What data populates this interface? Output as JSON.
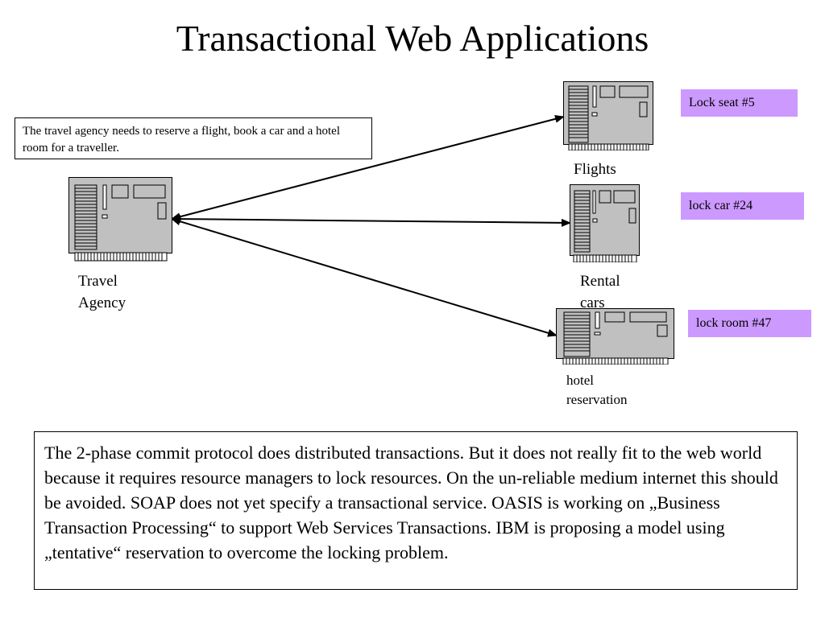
{
  "slide": {
    "title": "Transactional Web Applications",
    "note": "The travel agency needs to reserve a flight, book a car and a hotel room for a traveller.",
    "nodes": {
      "agency": "Travel Agency",
      "flights": "Flights",
      "rental": "Rental cars",
      "hotel": "hotel reservation"
    },
    "locks": {
      "flights": "Lock seat #5",
      "rental": "lock car #24",
      "hotel": "lock room #47"
    },
    "body": "The 2-phase commit protocol does distributed transactions. But it does not really fit to the web world because it requires resource managers to lock resources. On the un-reliable medium internet this should be avoided. SOAP does not yet specify a transactional service. OASIS is working on „Business Transaction Processing“ to support Web Services Transactions. IBM is proposing a model using „tentative“ reservation to overcome the locking problem."
  },
  "colors": {
    "server_fill": "#c0c0c0",
    "lock_fill": "#cc99ff",
    "line": "#000000"
  }
}
